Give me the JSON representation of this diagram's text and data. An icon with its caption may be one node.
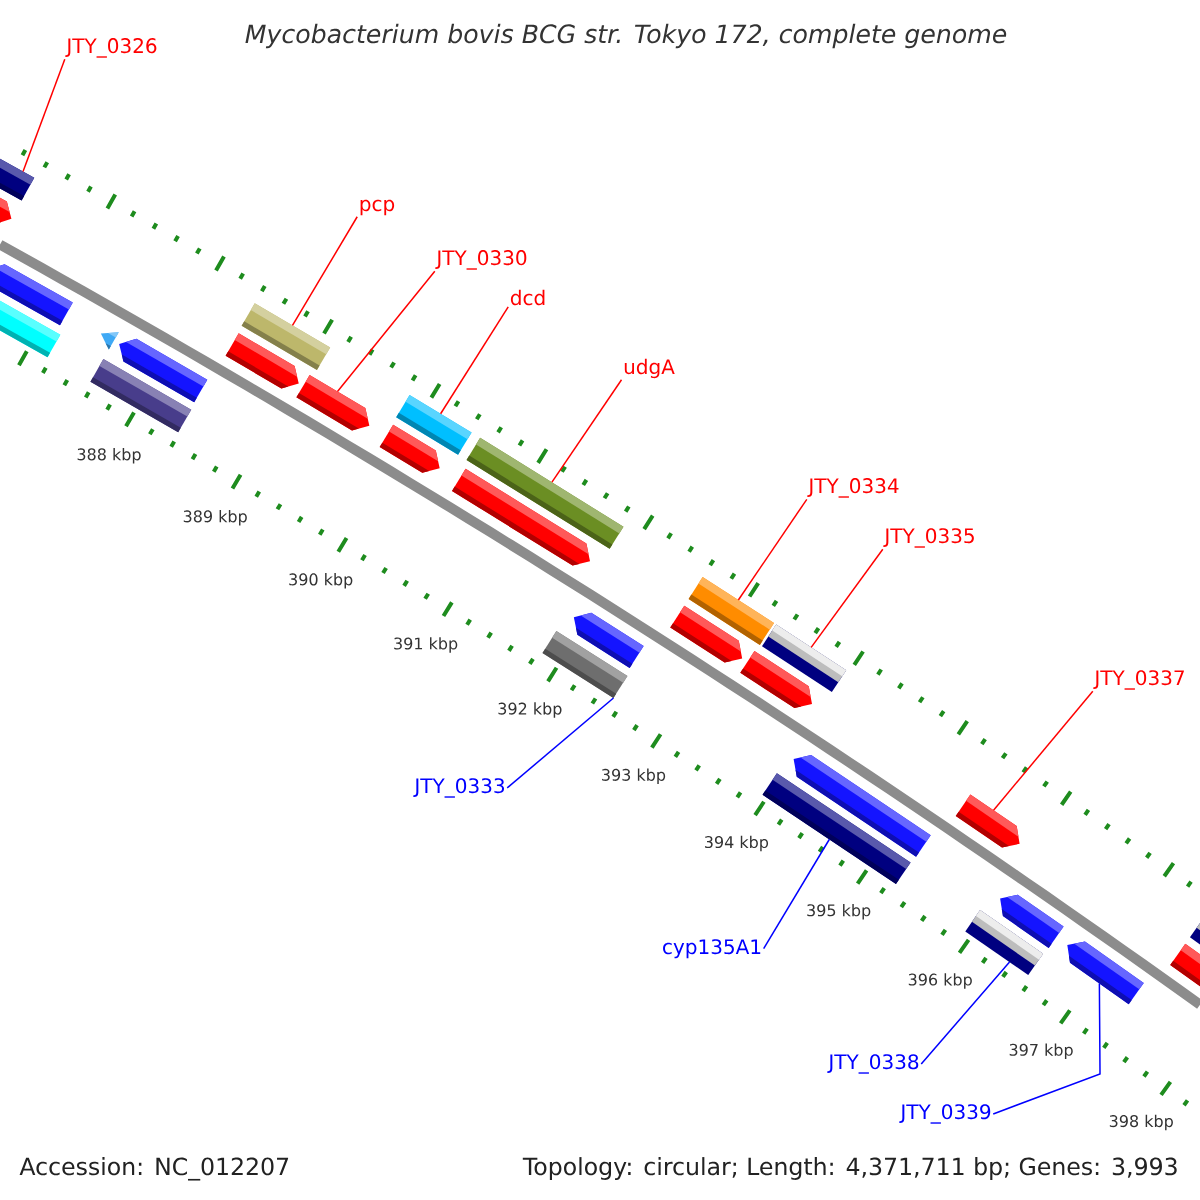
{
  "diagram": {
    "title": "Mycobacterium bovis BCG str. Tokyo 172, complete genome",
    "nodes": [
      {
        "text": [
          "JTY_0326"
        ]
      },
      {
        "text": [
          "pcp"
        ]
      },
      {
        "text": [
          "JTY_0330"
        ]
      },
      {
        "text": [
          "dcd"
        ]
      },
      {
        "text": [
          "udgA"
        ]
      },
      {
        "text": [
          "JTY_0334"
        ]
      },
      {
        "text": [
          "JTY_0335"
        ]
      },
      {
        "text": [
          "JTY_0337"
        ]
      },
      {
        "text": [
          "JTY_0333"
        ]
      },
      {
        "text": [
          "cyp135A1"
        ]
      },
      {
        "text": [
          "JTY_0338"
        ]
      },
      {
        "text": [
          "JTY_0339"
        ]
      },
      {
        "text": [],
        "shape": "bar"
      },
      {
        "text": [],
        "shape": "pentagon"
      },
      {
        "text": [],
        "shape": "pentagon"
      },
      {
        "text": [],
        "shape": "bar"
      },
      {
        "text": [],
        "shape": "triangle"
      },
      {
        "text": [],
        "shape": "pentagon"
      },
      {
        "text": [],
        "shape": "bar"
      },
      {
        "text": [],
        "shape": "pentagon"
      },
      {
        "text": [],
        "shape": "bar"
      },
      {
        "text": [],
        "shape": "pentagon"
      },
      {
        "text": [],
        "shape": "bar"
      },
      {
        "text": [],
        "shape": "pentagon"
      },
      {
        "text": [],
        "shape": "bar"
      },
      {
        "text": [],
        "shape": "pentagon"
      },
      {
        "text": [],
        "shape": "bar"
      },
      {
        "text": [],
        "shape": "pentagon"
      },
      {
        "text": [],
        "shape": "bar"
      },
      {
        "text": [],
        "shape": "pentagon"
      },
      {
        "text": [],
        "shape": "pentagon"
      },
      {
        "text": [],
        "shape": "bar"
      },
      {
        "text": [],
        "shape": "bar"
      },
      {
        "text": [],
        "shape": "pentagon"
      },
      {
        "text": [],
        "shape": "pentagon"
      },
      {
        "text": [],
        "shape": "bar"
      },
      {
        "text": [],
        "shape": "pentagon"
      },
      {
        "text": [],
        "shape": "pentagon"
      },
      {
        "text": [],
        "shape": "pentagon"
      },
      {
        "text": [],
        "shape": "bar"
      }
    ],
    "edges": [
      {
        "from": 0,
        "to": 12,
        "arrow": "none"
      },
      {
        "from": 1,
        "to": 20,
        "arrow": "none"
      },
      {
        "from": 2,
        "to": 21,
        "arrow": "none"
      },
      {
        "from": 3,
        "to": 22,
        "arrow": "none"
      },
      {
        "from": 4,
        "to": 24,
        "arrow": "none"
      },
      {
        "from": 5,
        "to": 28,
        "arrow": "none"
      },
      {
        "from": 6,
        "to": 31,
        "arrow": "none"
      },
      {
        "from": 7,
        "to": 34,
        "arrow": "none"
      },
      {
        "from": 8,
        "to": 26,
        "arrow": "none",
        "color": "#0000ff"
      },
      {
        "from": 9,
        "to": 32,
        "arrow": "none",
        "color": "#0000ff"
      },
      {
        "from": 10,
        "to": 35,
        "arrow": "none",
        "color": "#0000ff"
      },
      {
        "from": 11,
        "to": 37,
        "arrow": "none",
        "color": "#0000ff"
      }
    ],
    "labels": [
      "388 kbp",
      "389 kbp",
      "390 kbp",
      "391 kbp",
      "392 kbp",
      "393 kbp",
      "394 kbp",
      "395 kbp",
      "396 kbp",
      "397 kbp",
      "398 kbp",
      "Accession: NC_012207",
      "Topology: circular; Length: 4,371,711 bp; Genes: 3,993"
    ]
  }
}
